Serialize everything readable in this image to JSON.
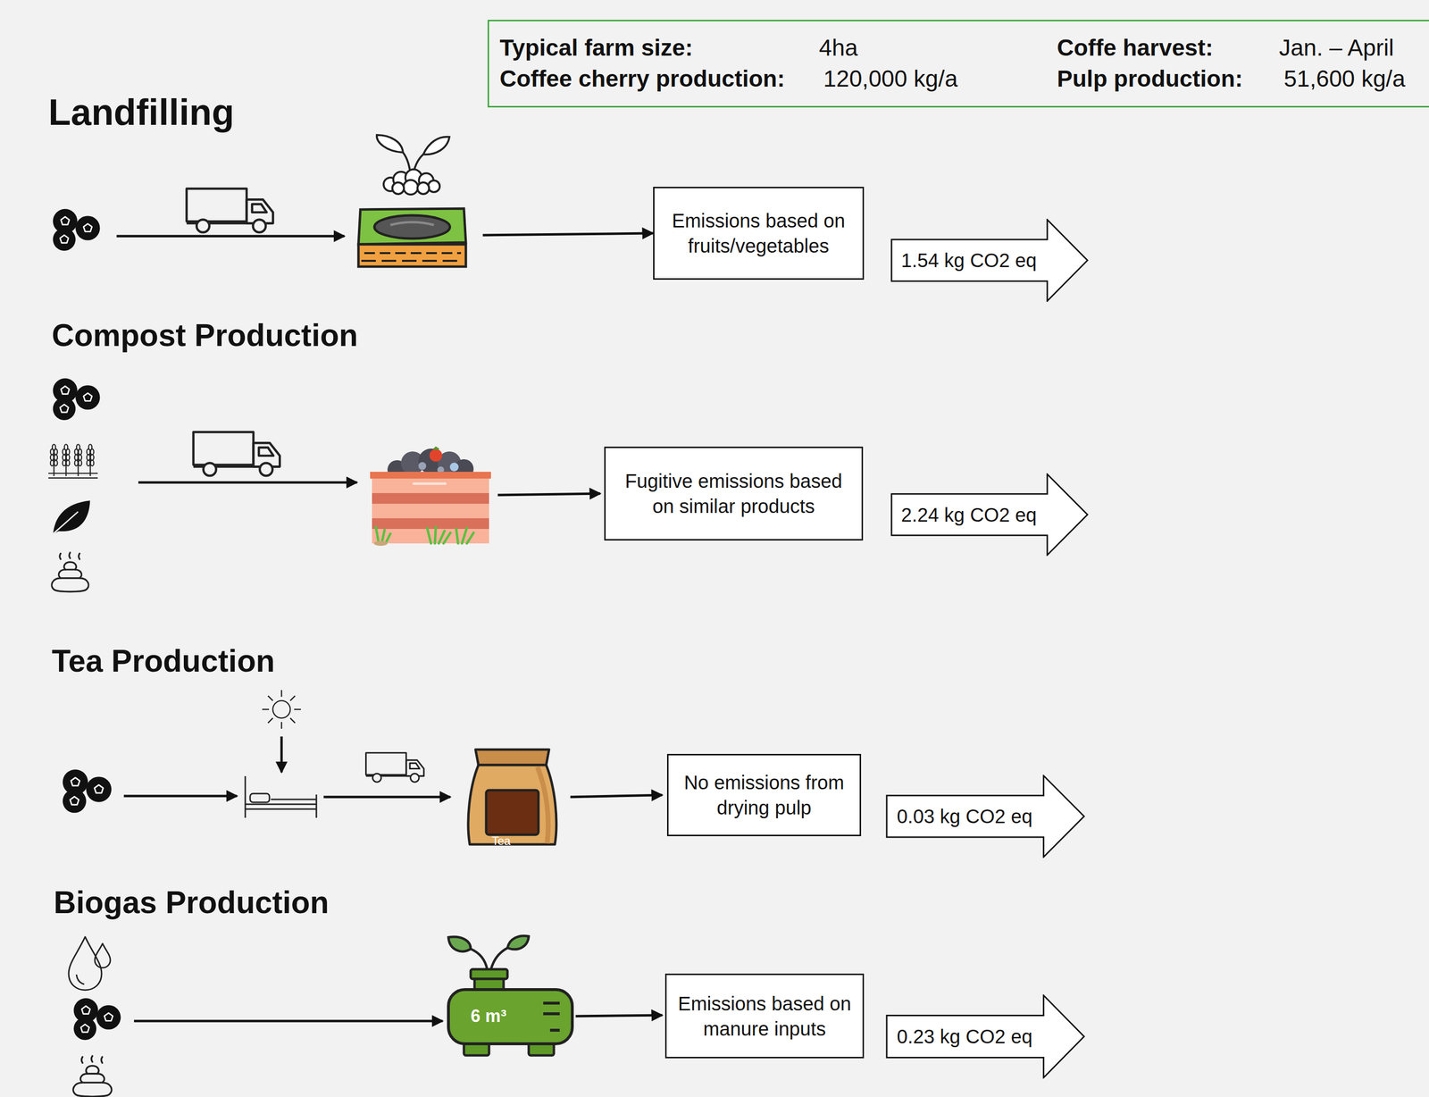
{
  "diagram": {
    "nodes": [
      {
        "text": [
          "Typical farm size:",
          "4ha",
          "Coffee cherry production:",
          "120,000 kg/a",
          "Coffe harvest:",
          "Jan. – April",
          "Pulp production:",
          "51,600 kg/a"
        ]
      },
      {
        "text": [
          "Emissions based on fruits/vegetables"
        ]
      },
      {
        "text": [
          "1.54 kg CO2 eq"
        ]
      },
      {
        "text": [
          "Fugitive emissions based on similar products"
        ]
      },
      {
        "text": [
          "2.24 kg CO2 eq"
        ]
      },
      {
        "text": [
          "No emissions from drying pulp"
        ]
      },
      {
        "text": [
          "0.03 kg CO2 eq"
        ]
      },
      {
        "text": [
          "Emissions based on manure inputs"
        ]
      },
      {
        "text": [
          "0.23 kg CO2 eq"
        ]
      }
    ],
    "labels": [
      "Landfilling",
      "Compost Production",
      "Tea Production",
      "Tea",
      "Biogas Production",
      "6 m³"
    ]
  }
}
